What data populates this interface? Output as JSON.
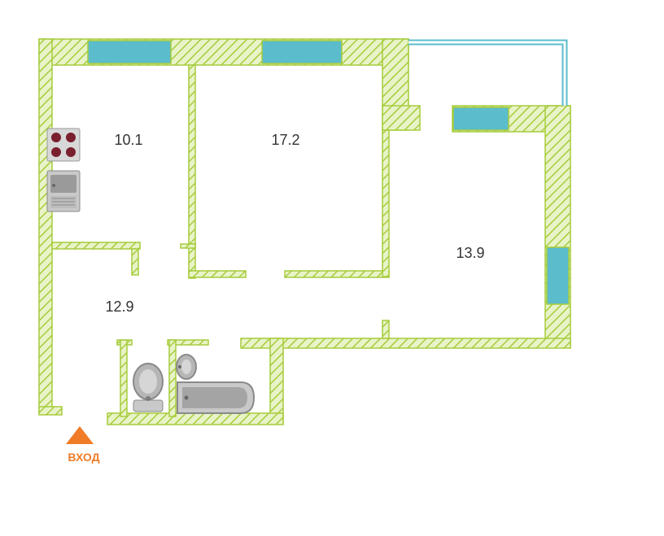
{
  "colors": {
    "wall": "#a6cc3c",
    "wall_fill": "#e9f3c8",
    "window": "#5bbccc",
    "entrance": "#f07c28",
    "fixture": "#9a9a9a",
    "stove": "#7a1f2e"
  },
  "rooms": {
    "kitchen": {
      "area": "10.1"
    },
    "bedroom": {
      "area": "17.2"
    },
    "living": {
      "area": "13.9"
    },
    "hallway": {
      "area": "12.9"
    }
  },
  "entrance": {
    "label": "ВХОД"
  },
  "icons": [
    "stove-icon",
    "kitchen-sink-icon",
    "toilet-icon",
    "bathroom-sink-icon",
    "bathtub-icon",
    "entrance-arrow-icon"
  ]
}
